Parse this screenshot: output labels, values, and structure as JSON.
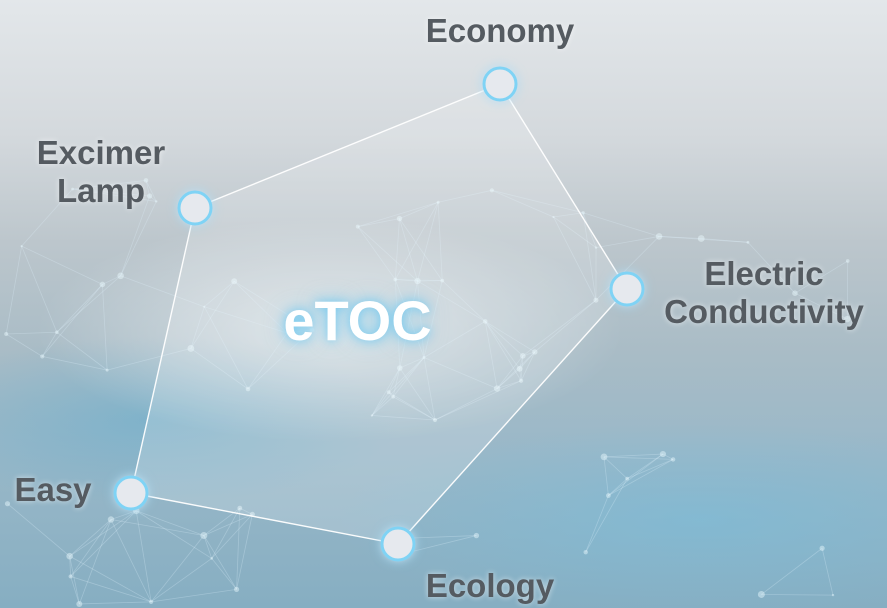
{
  "center_title": "eTOC",
  "nodes": [
    {
      "id": "economy",
      "label": "Economy"
    },
    {
      "id": "excimer",
      "label_lines": [
        "Excimer",
        "Lamp"
      ]
    },
    {
      "id": "electric",
      "label_lines": [
        "Electric",
        "Conductivity"
      ]
    },
    {
      "id": "easy",
      "label": "Easy"
    },
    {
      "id": "ecology",
      "label": "Ecology"
    }
  ],
  "colors": {
    "label_text": "#555b61",
    "title_text": "#ffffff",
    "title_glow": "#6ec8f0",
    "edge_line": "#ffffff",
    "node_fill": "#e6e9ee",
    "node_glow": "#7fd3f5"
  }
}
